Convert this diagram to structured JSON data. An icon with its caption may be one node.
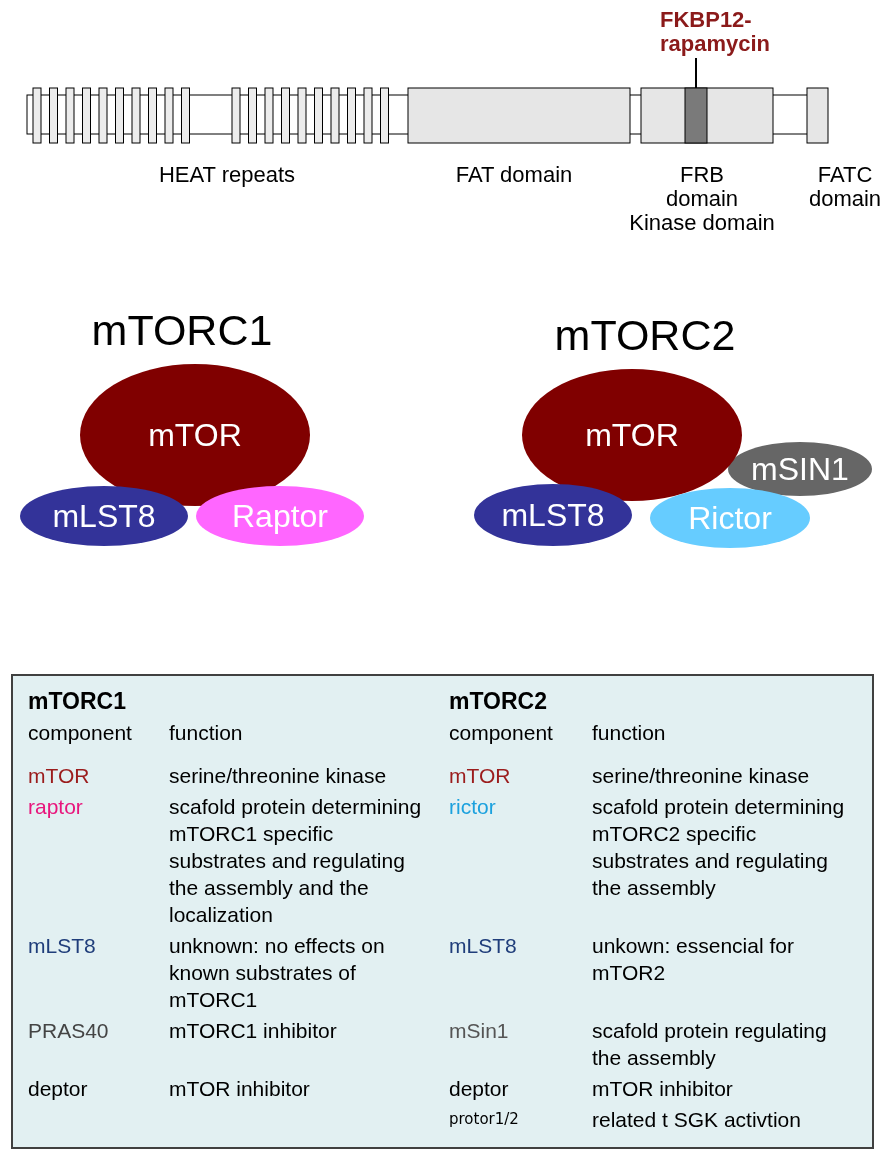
{
  "diagram": {
    "nodes": [
      {
        "text": [
          "FKBP12-rapamycin"
        ]
      },
      {
        "text": [],
        "shape": "bar"
      },
      {
        "text": [
          "mTOR"
        ]
      },
      {
        "text": [
          "mLST8"
        ]
      },
      {
        "text": [
          "Raptor"
        ]
      },
      {
        "text": [
          "mTOR"
        ]
      },
      {
        "text": [
          "mSIN1"
        ]
      },
      {
        "text": [
          "mLST8"
        ]
      },
      {
        "text": [
          "Rictor"
        ]
      }
    ],
    "edges": [
      {
        "from": 0,
        "to": 1,
        "arrow": "none"
      }
    ],
    "labels": [
      "HEAT repeats",
      "FAT domain",
      "FRB domain",
      "Kinase domain",
      "FATC domain",
      "mTORC1",
      "mTORC2",
      "mTORC1",
      "mTORC2",
      "component",
      "function",
      "component",
      "function",
      "mTOR",
      "serine/threonine kinase",
      "mTOR",
      "serine/threonine kinase",
      "raptor",
      "scafold protein determining mTORC1 specific substrates and regulating the assembly and the localization",
      "rictor",
      "scafold protein determining mTORC2 specific substrates and regulating the assembly",
      "mLST8",
      "unknown: no effects on known substrates of mTORC1",
      "mLST8",
      "unkown: essencial for mTOR2",
      "PRAS40",
      "mTORC1 inhibitor",
      "mSin1",
      "scafold protein regulating the assembly",
      "deptor",
      "mTOR inhibitor",
      "deptor",
      "mTOR inhibitor",
      "protor1/2",
      "related t SGK activtion"
    ]
  }
}
